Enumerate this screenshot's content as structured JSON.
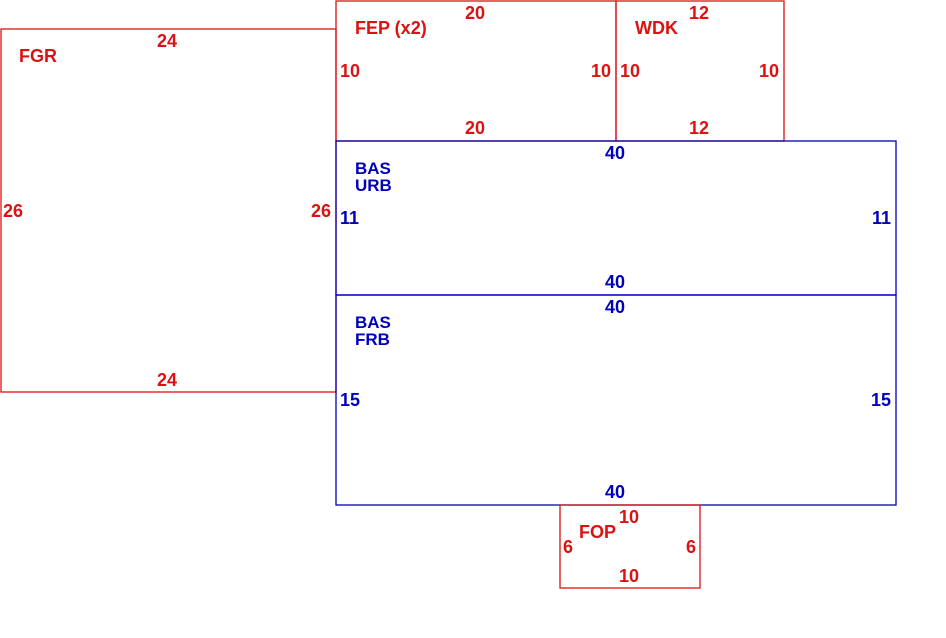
{
  "colors": {
    "garage": "#dd1111",
    "house": "#0000bb",
    "background": "#ffffff"
  },
  "areas": {
    "fgr": {
      "name": "FGR",
      "top": "24",
      "bottom": "24",
      "left": "26",
      "right": "26"
    },
    "fep": {
      "name": "FEP (x2)",
      "top": "20",
      "bottom": "20",
      "left": "10",
      "right": "10"
    },
    "wdk": {
      "name": "WDK",
      "top": "12",
      "bottom": "12",
      "left": "10",
      "right": "10"
    },
    "bas_urb": {
      "line1": "BAS",
      "line2": "URB",
      "top": "40",
      "bottom": "40",
      "left": "11",
      "right": "11"
    },
    "bas_frb": {
      "line1": "BAS",
      "line2": "FRB",
      "top": "40",
      "bottom": "40",
      "left": "15",
      "right": "15"
    },
    "fop": {
      "name": "FOP",
      "top": "10",
      "bottom": "10",
      "left": "6",
      "right": "6"
    }
  }
}
